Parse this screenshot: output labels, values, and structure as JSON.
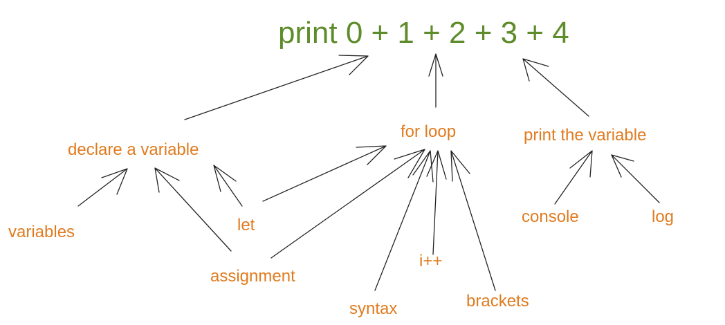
{
  "colors": {
    "title": "#5e8c2a",
    "node": "#e07b1f",
    "arrow": "#222222"
  },
  "title": {
    "text": "print 0 + 1 + 2 + 3 + 4"
  },
  "nodes": {
    "declare_variable": "declare a variable",
    "for_loop": "for loop",
    "print_variable": "print the variable",
    "variables": "variables",
    "let": "let",
    "assignment": "assignment",
    "syntax": "syntax",
    "increment": "i++",
    "brackets": "brackets",
    "console": "console",
    "log": "log"
  }
}
